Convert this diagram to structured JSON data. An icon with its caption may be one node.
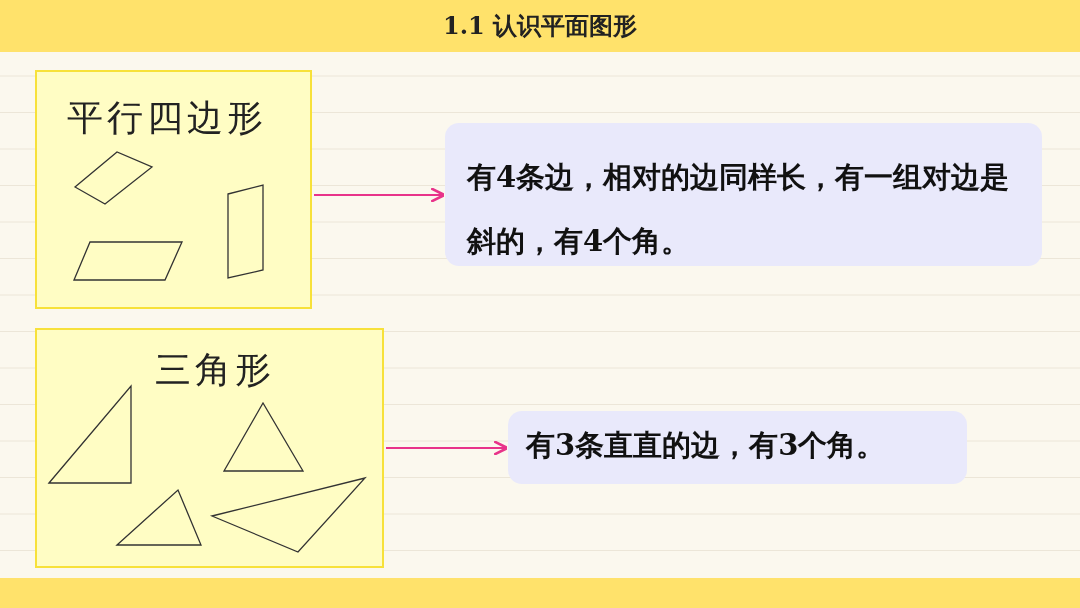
{
  "diagram": {
    "title": "1.1 认识平面图形",
    "nodes": [
      {
        "text": [
          "平行四边形"
        ]
      },
      {
        "text": [
          "有4条边，相对的边同样长，有一组对边是斜的，有4个角。"
        ]
      },
      {
        "text": [
          "三角形"
        ]
      },
      {
        "text": [
          "有3条直直的边，有3个角。"
        ]
      }
    ],
    "edges": [
      {
        "from": 0,
        "to": 1,
        "arrow": "to"
      },
      {
        "from": 2,
        "to": 3,
        "arrow": "to"
      }
    ]
  }
}
